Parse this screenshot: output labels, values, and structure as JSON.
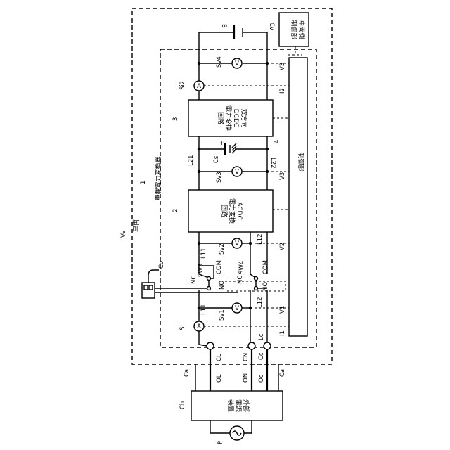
{
  "labels": {
    "battery": "B",
    "cv": "Cv",
    "vehicle_ctrl": [
      "車両側",
      "制御部"
    ],
    "v3_top": "V3",
    "sv4": "Sv4",
    "si2": "Si2",
    "i2": "I2",
    "dcdc_ref": "3",
    "dcdc_block": [
      "双方向",
      "DCDC",
      "電力変換",
      "回路"
    ],
    "cs": "Cs",
    "cs_plus": "+",
    "l21": "L21",
    "l22": "L22",
    "ref4": "4",
    "ctrl_unit": "制御部",
    "sv3": "Sv3",
    "v3_mid": "V3",
    "converter_ref": "1",
    "converter_name": "車載電力変換器",
    "acdc_ref": "2",
    "acdc_block": [
      "ACDC",
      "電力変換",
      "回路"
    ],
    "ve": "Ve",
    "vehicle": "車両",
    "l11_top": "L11",
    "l12_top": "L12",
    "sv2": "Sv2",
    "v2": "V2",
    "co": "Co",
    "nc1": "NC",
    "sw3": "SW3",
    "com1": "COM",
    "no1": "NO",
    "nc2": "NC",
    "sw4": "SW4",
    "com2": "COM",
    "no2": "NO",
    "l11_bot": "L11",
    "l12_bot": "L12",
    "sv1": "Sv1",
    "v1": "V1",
    "si": "Si",
    "i1": "I1",
    "lc": "Lc",
    "cl": "CL",
    "cn": "CN",
    "cc": "Cc",
    "ca_left": "Ca",
    "ca_right": "Ca",
    "ol": "OL",
    "on": "ON",
    "oc": "Oc",
    "ch": "Ch",
    "ext_device": [
      "外部",
      "電源",
      "装置"
    ],
    "p": "P",
    "meter_v": "V",
    "meter_a": "A",
    "outlet": "Co"
  }
}
